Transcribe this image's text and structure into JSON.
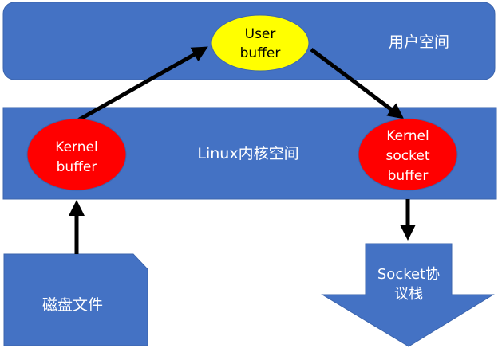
{
  "colors": {
    "panel_blue": "#4472C4",
    "kernel_red": "#FF0000",
    "user_yellow": "#FFFF00",
    "arrow_black": "#000000",
    "text_white": "#FFFFFF",
    "text_black": "#000000"
  },
  "regions": {
    "user_space_label": "用户空间",
    "kernel_space_label": "Linux内核空间"
  },
  "nodes": {
    "user_buffer": [
      "User",
      "buffer"
    ],
    "kernel_buffer": [
      "Kernel",
      "buffer"
    ],
    "kernel_socket_buffer": [
      "Kernel",
      "socket",
      "buffer"
    ],
    "disk_file": "磁盘文件",
    "socket_stack": [
      "Socket协",
      "议栈"
    ]
  },
  "flow": [
    {
      "from": "disk_file",
      "to": "kernel_buffer"
    },
    {
      "from": "kernel_buffer",
      "to": "user_buffer"
    },
    {
      "from": "user_buffer",
      "to": "kernel_socket_buffer"
    },
    {
      "from": "kernel_socket_buffer",
      "to": "socket_stack"
    }
  ]
}
